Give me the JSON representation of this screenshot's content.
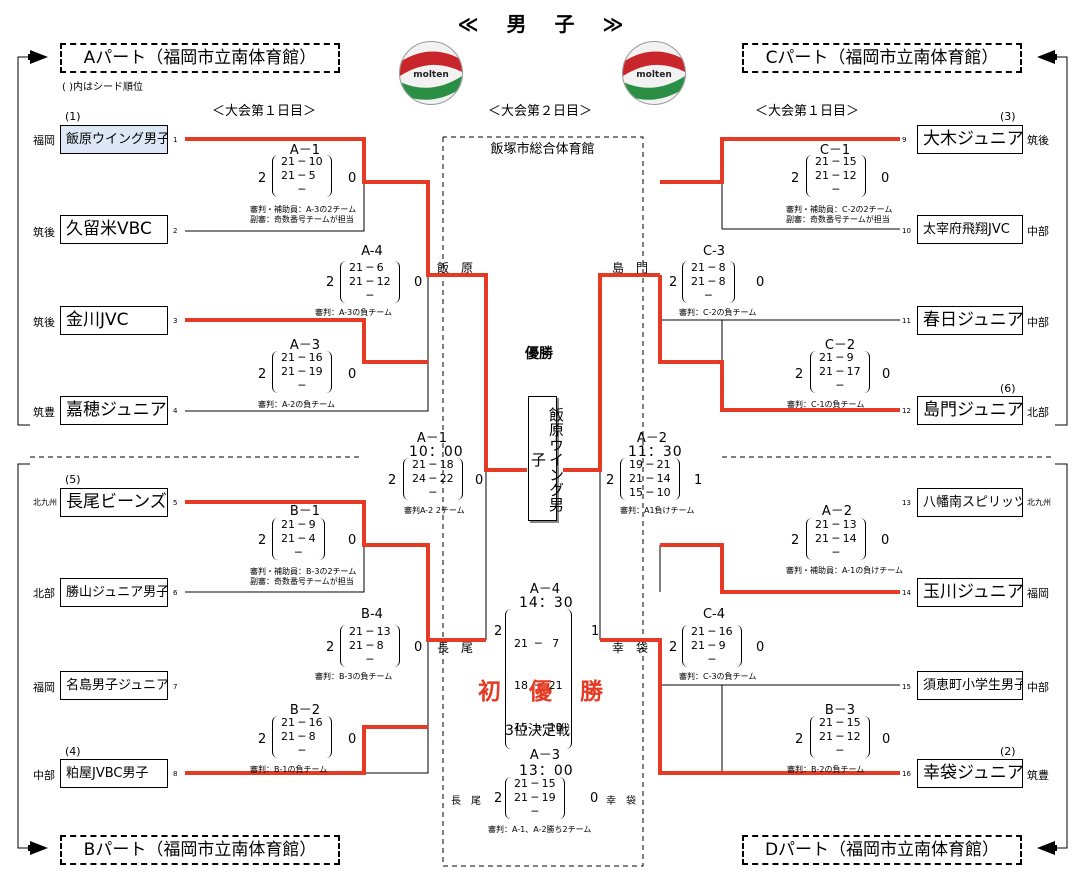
{
  "title": "≪　男　子　≫",
  "parts": {
    "a": "Aパート（福岡市立南体育館）",
    "b": "Bパート（福岡市立南体育館）",
    "c": "Cパート（福岡市立南体育館）",
    "d": "Dパート（福岡市立南体育館）"
  },
  "seed_note": "(  )内はシード順位",
  "day1": "＜大会第１日目＞",
  "day2": "＜大会第２日目＞",
  "venue": "飯塚市総合体育館",
  "ball_brand": "molten",
  "teams": [
    {
      "num": "1",
      "name": "飯原ウイング男子",
      "region": "福岡",
      "seed": "(1)"
    },
    {
      "num": "2",
      "name": "久留米VBC",
      "region": "筑後",
      "seed": ""
    },
    {
      "num": "3",
      "name": "金川JVC",
      "region": "筑後",
      "seed": ""
    },
    {
      "num": "4",
      "name": "嘉穂ジュニア",
      "region": "筑豊",
      "seed": ""
    },
    {
      "num": "5",
      "name": "長尾ビーンズ",
      "region": "北九州",
      "seed": "(5)"
    },
    {
      "num": "6",
      "name": "勝山ジュニア男子",
      "region": "北部",
      "seed": ""
    },
    {
      "num": "7",
      "name": "名島男子ジュニア",
      "region": "福岡",
      "seed": ""
    },
    {
      "num": "8",
      "name": "粕屋JVBC男子",
      "region": "中部",
      "seed": "(4)"
    },
    {
      "num": "9",
      "name": "大木ジュニア",
      "region": "筑後",
      "seed": "(3)"
    },
    {
      "num": "10",
      "name": "太宰府飛翔JVC",
      "region": "中部",
      "seed": ""
    },
    {
      "num": "11",
      "name": "春日ジュニア",
      "region": "中部",
      "seed": ""
    },
    {
      "num": "12",
      "name": "島門ジュニア",
      "region": "北部",
      "seed": "(6)"
    },
    {
      "num": "13",
      "name": "八幡南スピリッツ",
      "region": "北九州",
      "seed": ""
    },
    {
      "num": "14",
      "name": "玉川ジュニア",
      "region": "福岡",
      "seed": ""
    },
    {
      "num": "15",
      "name": "須恵町小学生男子",
      "region": "中部",
      "seed": ""
    },
    {
      "num": "16",
      "name": "幸袋ジュニア",
      "region": "筑豊",
      "seed": "(2)"
    }
  ],
  "matches": {
    "a1": {
      "label": "A－1",
      "sets": [
        "21 ─ 10",
        "21 ─  5",
        "─"
      ],
      "left": "2",
      "right": "0",
      "ref": [
        "審判・補助員：A-3の2チーム",
        "副審：奇数番号チームが担当"
      ]
    },
    "a3": {
      "label": "A－3",
      "sets": [
        "21 ─ 16",
        "21 ─ 19",
        "─"
      ],
      "left": "2",
      "right": "0",
      "ref": [
        "審判：A-2の負チーム"
      ]
    },
    "a4": {
      "label": "A-4",
      "sets": [
        "21 ─  6",
        "21 ─ 12",
        "─"
      ],
      "left": "2",
      "right": "0",
      "ref": [
        "審判：A-3の負チーム"
      ]
    },
    "b1": {
      "label": "B－1",
      "sets": [
        "21 ─  9",
        "21 ─  4",
        "─"
      ],
      "left": "2",
      "right": "0",
      "ref": [
        "審判・補助員：B-3の2チーム",
        "副審：奇数番号チームが担当"
      ]
    },
    "b2": {
      "label": "B－2",
      "sets": [
        "21 ─ 16",
        "21 ─  8",
        "─"
      ],
      "left": "2",
      "right": "0",
      "ref": [
        "審判：B-1の負チーム"
      ]
    },
    "b4": {
      "label": "B-4",
      "sets": [
        "21 ─ 13",
        "21 ─  8",
        "─"
      ],
      "left": "2",
      "right": "0",
      "ref": [
        "審判：B-3の負チーム"
      ]
    },
    "c1": {
      "label": "C－1",
      "sets": [
        "21 ─ 15",
        "21 ─ 12",
        "─"
      ],
      "left": "2",
      "right": "0",
      "ref": [
        "審判・補助員：C-2の2チーム",
        "副審：奇数番号チームが担当"
      ]
    },
    "c2": {
      "label": "C－2",
      "sets": [
        "21 ─  9",
        "21 ─ 17",
        "─"
      ],
      "left": "2",
      "right": "0",
      "ref": [
        "審判：C-1の負チーム"
      ]
    },
    "c3": {
      "label": "C-3",
      "sets": [
        "21 ─  8",
        "21 ─  8",
        "─"
      ],
      "left": "2",
      "right": "0",
      "ref": [
        "審判：C-2の負チーム"
      ]
    },
    "d2": {
      "label": "A－2",
      "sets": [
        "21 ─ 13",
        "21 ─ 14",
        "─"
      ],
      "left": "2",
      "right": "0",
      "ref": [
        "審判・補助員：A-1の負けチーム"
      ]
    },
    "d3": {
      "label": "B－3",
      "sets": [
        "21 ─ 15",
        "21 ─ 12",
        "─"
      ],
      "left": "2",
      "right": "0",
      "ref": [
        "審判：B-2の負チーム"
      ]
    },
    "d4": {
      "label": "C-4",
      "sets": [
        "21 ─ 16",
        "21 ─  9",
        "─"
      ],
      "left": "2",
      "right": "0",
      "ref": [
        "審判：C-3の負チーム"
      ]
    },
    "semi1": {
      "label": "A－1",
      "time": "10：00",
      "sets": [
        "21 ─ 18",
        "24 ─ 22",
        "─"
      ],
      "left": "2",
      "right": "0",
      "ref": "審判A-2 2チーム"
    },
    "semi2": {
      "label": "A－2",
      "time": "11：30",
      "sets": [
        "19 ─ 21",
        "21 ─ 14",
        "15 ─ 10"
      ],
      "left": "2",
      "right": "1",
      "ref": "審判：A1負けチーム"
    },
    "final": {
      "label": "A－4",
      "time": "14：30",
      "sets": [
        "21  ─   7",
        "18  ─  21",
        "15  ─  10"
      ],
      "left": "2",
      "right": "1"
    },
    "third": {
      "title": "3位決定戦",
      "label": "A－3",
      "time": "13：00",
      "left_team": "長　尾",
      "right_team": "幸　袋",
      "sets": [
        "21 ─ 15",
        "21 ─ 19",
        "─"
      ],
      "left": "2",
      "right": "0",
      "ref": "審判：A-1、A-2勝ち2チーム"
    }
  },
  "finalists": {
    "iihara": "飯　原",
    "shimakado": "島　門",
    "nagao": "長　尾",
    "kotai": "幸　袋"
  },
  "champion_heading": "優勝",
  "champion_name": "飯原ウイング男子",
  "first_victory": "初 優 勝"
}
